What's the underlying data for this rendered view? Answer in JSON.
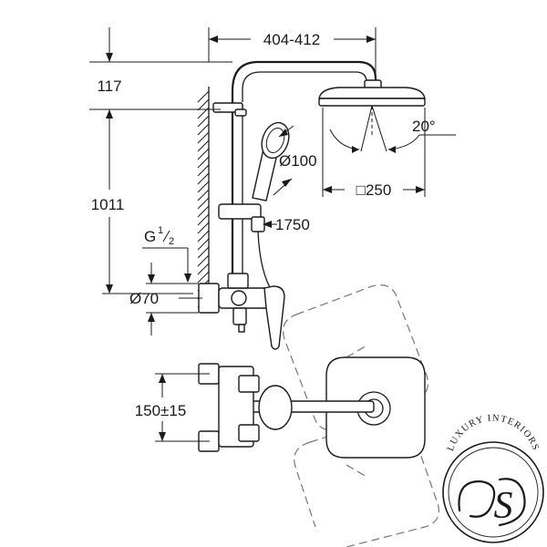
{
  "dimensions": {
    "total_width": "404-412",
    "top_offset": "117",
    "height": "1011",
    "thread_main": "G",
    "thread_num": "1",
    "thread_den": "2",
    "rosette": "Ø70",
    "handshower": "Ø100",
    "hose": "1750",
    "angle": "20°",
    "head_size": "□250",
    "spacing": "150±15"
  },
  "logo": {
    "text": "LUXURY INTERIORS",
    "monogram": "S"
  },
  "colors": {
    "line": "#1a1a1a",
    "ghost": "#777777",
    "background": "#ffffff"
  }
}
